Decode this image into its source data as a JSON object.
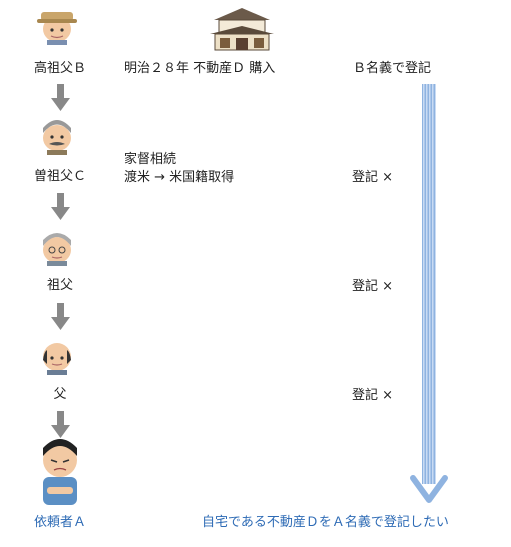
{
  "generations": [
    {
      "name": "高祖父Ｂ",
      "event": "明治２８年  不動産Ｄ  購入",
      "registration": "Ｂ名義で登記"
    },
    {
      "name": "曽祖父Ｃ",
      "event_lines": [
        "家督相続",
        "渡米    →  米国籍取得"
      ],
      "registration": "登記  ×"
    },
    {
      "name": "祖父",
      "registration": "登記  ×"
    },
    {
      "name": "父",
      "registration": "登記  ×"
    },
    {
      "name": "依頼者Ａ",
      "request": "自宅である不動産ＤをＡ名義で登記したい"
    }
  ],
  "icons": [
    "grandpa-hat-icon",
    "house-icon",
    "mustache-elder-icon",
    "grandpa-glasses-icon",
    "bald-father-icon",
    "worried-client-icon",
    "down-arrow-icon",
    "long-blue-arrow-icon"
  ],
  "colors": {
    "accent_blue": "#2e6bb5",
    "arrow_gray": "#888888"
  }
}
